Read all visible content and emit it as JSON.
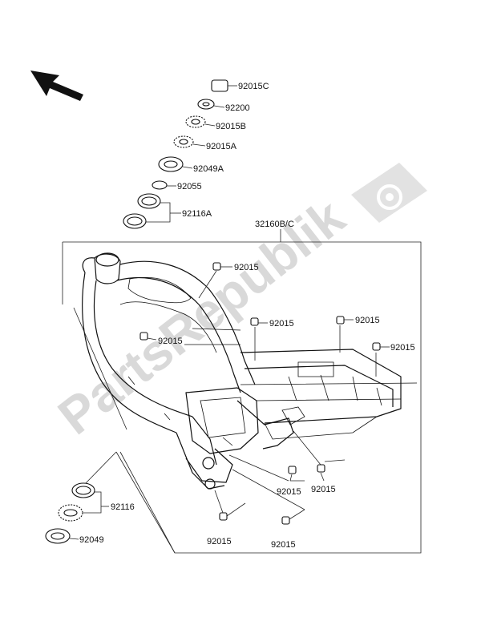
{
  "watermark": {
    "text": "PartsRepublik",
    "icon": "gear-icon"
  },
  "direction_icon": "arrow-front-icon",
  "parts": [
    {
      "id": "92015C"
    },
    {
      "id": "92200"
    },
    {
      "id": "92015B"
    },
    {
      "id": "92015A"
    },
    {
      "id": "92049A"
    },
    {
      "id": "92055"
    },
    {
      "id": "92116A"
    },
    {
      "id": "32160B/C"
    },
    {
      "id": "92015"
    },
    {
      "id": "92116"
    },
    {
      "id": "92049"
    }
  ],
  "labels": {
    "l_92015C": "92015C",
    "l_92200": "92200",
    "l_92015B": "92015B",
    "l_92015A": "92015A",
    "l_92049A": "92049A",
    "l_92055": "92055",
    "l_92116A": "92116A",
    "l_32160": "32160B/C",
    "l_92015_a": "92015",
    "l_92015_b": "92015",
    "l_92015_c": "92015",
    "l_92015_d": "92015",
    "l_92015_e": "92015",
    "l_92015_f": "92015",
    "l_92015_g": "92015",
    "l_92015_h": "92015",
    "l_92015_i": "92015",
    "l_92116": "92116",
    "l_92049": "92049"
  }
}
